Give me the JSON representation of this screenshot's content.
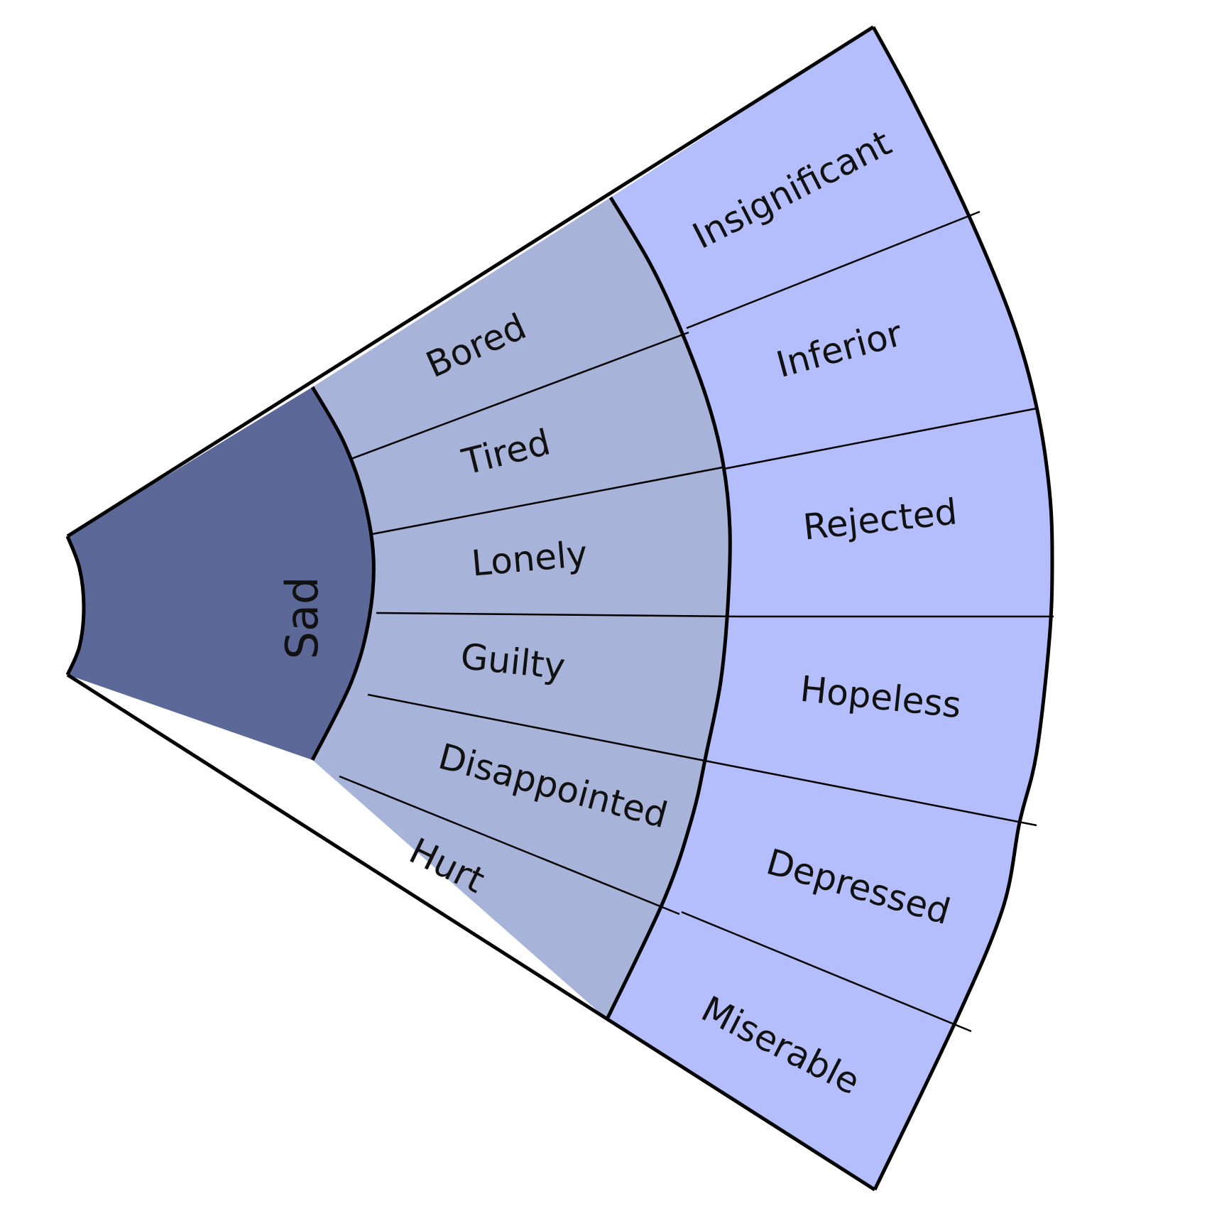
{
  "diagram": {
    "title": "",
    "colors": {
      "core": "#5c6898",
      "middle": "#a7b3d8",
      "outer": "#b4befc",
      "stroke": "#000000"
    },
    "core": {
      "label": "Sad"
    },
    "middle": [
      {
        "label": "Bored"
      },
      {
        "label": "Tired"
      },
      {
        "label": "Lonely"
      },
      {
        "label": "Guilty"
      },
      {
        "label": "Disappointed"
      },
      {
        "label": "Hurt"
      }
    ],
    "outer": [
      {
        "label": "Insignificant"
      },
      {
        "label": "Inferior"
      },
      {
        "label": "Rejected"
      },
      {
        "label": "Hopeless"
      },
      {
        "label": "Depressed"
      },
      {
        "label": "Miserable"
      }
    ]
  }
}
